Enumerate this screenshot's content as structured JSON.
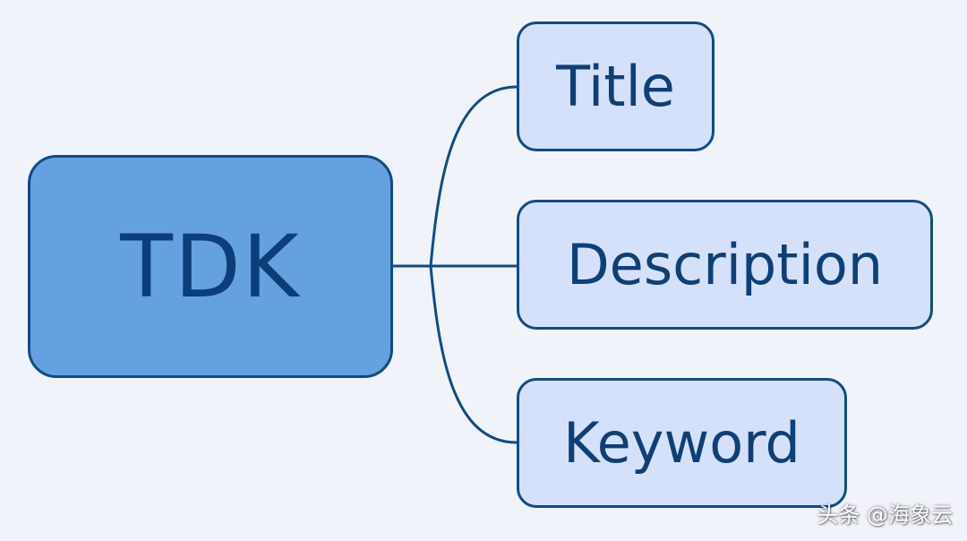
{
  "mindmap": {
    "root": {
      "label": "TDK"
    },
    "branches": [
      {
        "label": "Title"
      },
      {
        "label": "Description"
      },
      {
        "label": "Keyword"
      }
    ]
  },
  "watermark": {
    "text": "头条 @海象云"
  },
  "colors": {
    "background": "#f1f3fb",
    "root_fill": "#65a1df",
    "child_fill": "#d5e1fb",
    "stroke": "#0e4c87",
    "text": "#0f3f78"
  }
}
